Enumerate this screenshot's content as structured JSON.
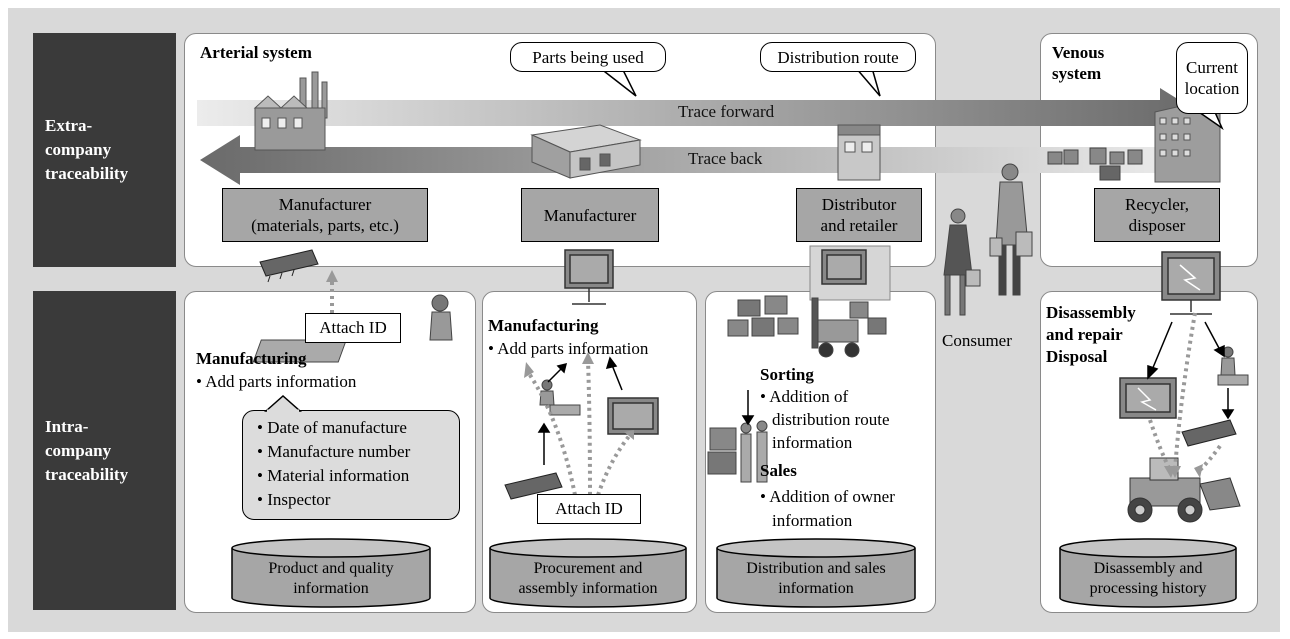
{
  "left_labels": {
    "extra": "Extra-\ncompany\ntraceability",
    "intra": "Intra-\ncompany\ntraceability"
  },
  "top": {
    "arterial": "Arterial system",
    "venous": "Venous\nsystem",
    "callout_parts": "Parts being used",
    "callout_route": "Distribution route",
    "callout_location": "Current\nlocation",
    "trace_forward": "Trace forward",
    "trace_back": "Trace back",
    "box_manufacturer_materials": "Manufacturer\n(materials, parts, etc.)",
    "box_manufacturer": "Manufacturer",
    "box_distributor": "Distributor\nand retailer",
    "box_recycler": "Recycler,\ndisposer"
  },
  "consumer": "Consumer",
  "panel1": {
    "attach_id": "Attach ID",
    "heading": "Manufacturing",
    "bullet": "• Add parts information",
    "details": [
      "• Date of manufacture",
      "• Manufacture number",
      "• Material information",
      "• Inspector"
    ],
    "db": "Product and quality\ninformation"
  },
  "panel2": {
    "heading": "Manufacturing",
    "bullet": "• Add parts information",
    "attach_id": "Attach ID",
    "db": "Procurement and\nassembly information"
  },
  "panel3": {
    "sorting": "Sorting",
    "sorting_bullet_1": "• Addition of",
    "sorting_bullet_2": "distribution route",
    "sorting_bullet_3": "information",
    "sales": "Sales",
    "sales_bullet_1": "• Addition of owner",
    "sales_bullet_2": "information",
    "db": "Distribution and sales\ninformation"
  },
  "panel4": {
    "heading_1": "Disassembly",
    "heading_2": "and repair",
    "heading_3": "Disposal",
    "db": "Disassembly and\nprocessing history"
  },
  "colors": {
    "band": "#3a3a3a",
    "box_gray": "#a6a6a6",
    "frame": "#d9d9d9"
  }
}
